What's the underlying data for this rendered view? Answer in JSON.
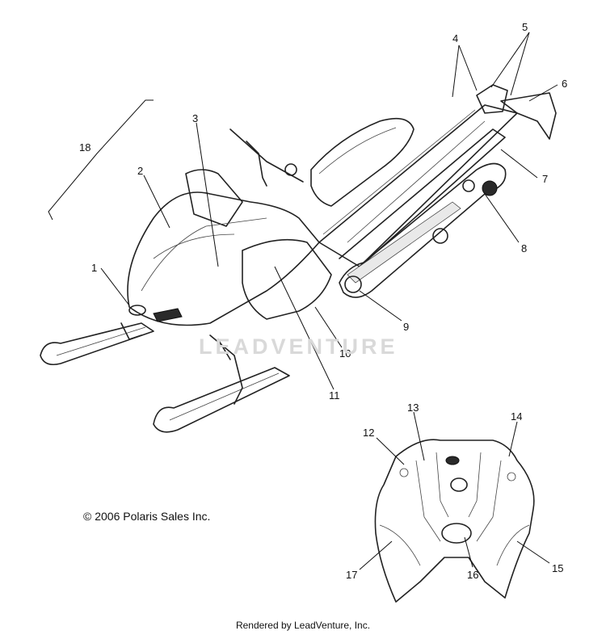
{
  "callouts": [
    "1",
    "2",
    "3",
    "4",
    "5",
    "6",
    "7",
    "8",
    "9",
    "10",
    "11",
    "12",
    "13",
    "14",
    "15",
    "16",
    "17",
    "18"
  ],
  "copyright": "© 2006 Polaris Sales Inc.",
  "watermark": "LEADVENTURE",
  "footer": "Rendered by LeadVenture, Inc."
}
